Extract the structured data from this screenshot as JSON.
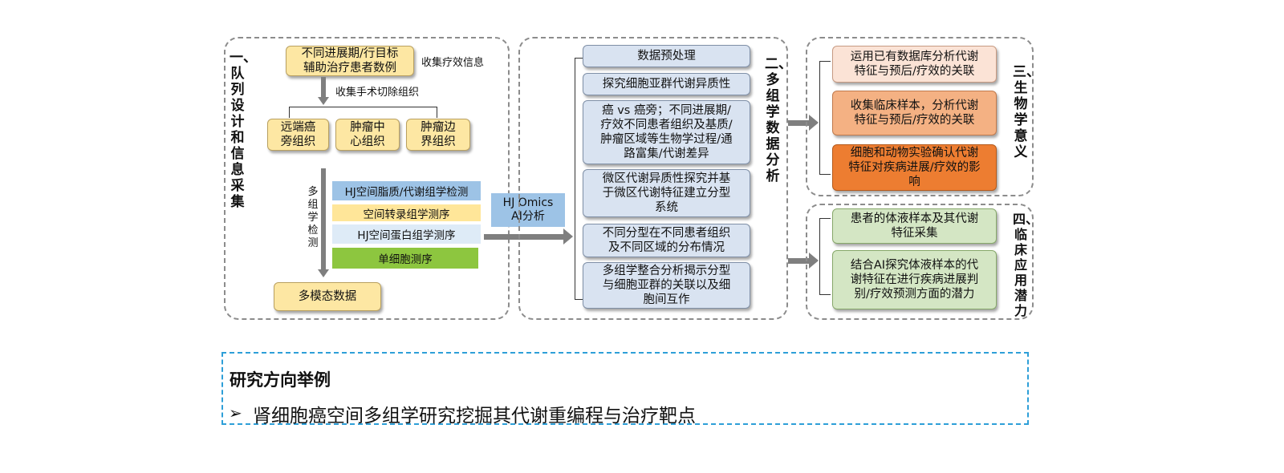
{
  "section1": {
    "title": "一、队列设计和信息采集",
    "box_patients": "不同进展期/行目标\n辅助治疗患者数例",
    "label_collect_efficacy": "收集疗效信息",
    "label_collect_tissue": "收集手术切除组织",
    "tissues": [
      "远端癌\n旁组织",
      "肿瘤中\n心组织",
      "肿瘤边\n界组织"
    ],
    "label_multiomics": "多组学检测",
    "assays": [
      "HJ空间脂质/代谢组学检测",
      "空间转录组学测序",
      "HJ空间蛋白组学测序",
      "单细胞测序"
    ],
    "box_multimodal": "多模态数据"
  },
  "ai_box": "HJ Omics\nAI分析",
  "section2": {
    "title": "二、多组学数据分析",
    "items": [
      "数据预处理",
      "探究细胞亚群代谢异质性",
      "癌 vs 癌旁；不同进展期/\n疗效不同患者组织及基质/\n肿瘤区域等生物学过程/通\n路富集/代谢差异",
      "微区代谢异质性探究并基\n于微区代谢特征建立分型\n系统",
      "不同分型在不同患者组织\n及不同区域的分布情况",
      "多组学整合分析揭示分型\n与细胞亚群的关联以及细\n胞间互作"
    ]
  },
  "section3": {
    "title": "三、生物学意义",
    "items": [
      "运用已有数据库分析代谢\n特征与预后/疗效的关联",
      "收集临床样本，分析代谢\n特征与预后/疗效的关联",
      "细胞和动物实验确认代谢\n特征对疾病进展/疗效的影\n响"
    ]
  },
  "section4": {
    "title": "四、临床应用潜力",
    "items": [
      "患者的体液样本及其代谢\n特征采集",
      "结合AI探究体液样本的代\n谢特征在进行疾病进展判\n别/疗效预测方面的潜力"
    ]
  },
  "example": {
    "heading": "研究方向举例",
    "bullet_icon": "➢",
    "item": "肾细胞癌空间多组学研究挖掘其代谢重编程与治疗靶点"
  },
  "colors": {
    "yellow": "#fde7a3",
    "blue": "#d9e3f1",
    "assay_blue": "#9dc3e6",
    "assay_yellow": "#ffe699",
    "assay_lightblue": "#deebf7",
    "assay_green": "#8dc63f",
    "peach_light": "#fbe3d6",
    "peach": "#f4b183",
    "orange": "#ed7d31",
    "green": "#d4e6c4",
    "ai_blue": "#9dc3e6",
    "arrow_gray": "#7f7f7f",
    "dash_blue": "#2e9fd8"
  }
}
